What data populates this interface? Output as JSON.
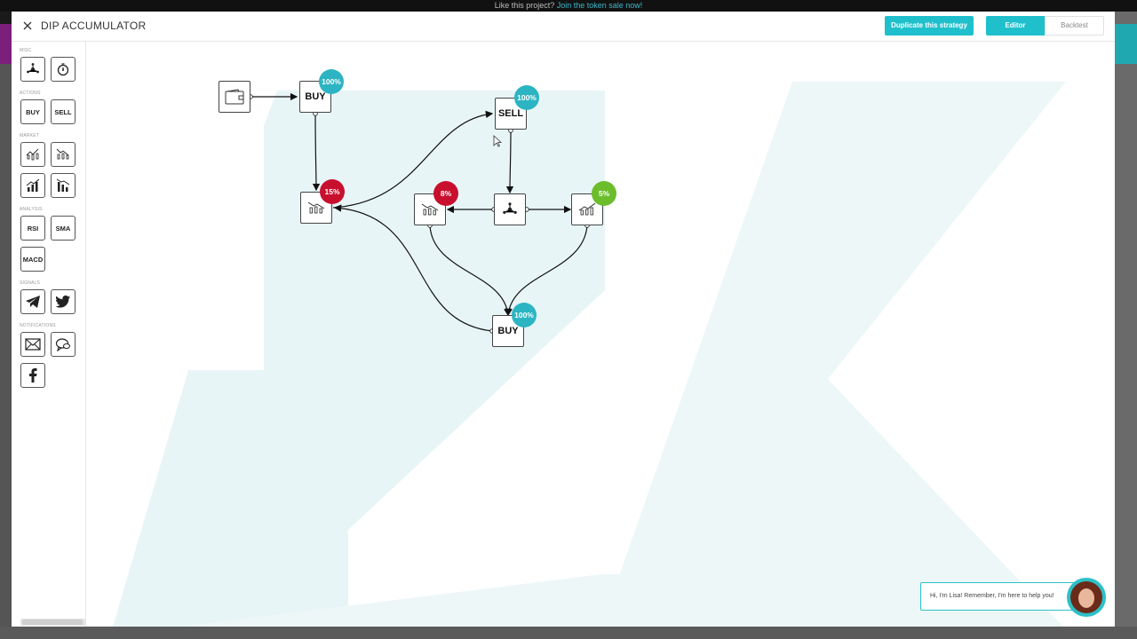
{
  "banner": {
    "text": "Like this project?",
    "link": "Join the token sale now!"
  },
  "header": {
    "title": "DIP ACCUMULATOR",
    "duplicate_label": "Duplicate this strategy",
    "tab_editor": "Editor",
    "tab_backtest": "Backtest"
  },
  "sidebar": {
    "sections": {
      "misc": "MISC",
      "actions": "ACTIONS",
      "market": "MARKET",
      "analysis": "ANALYSIS",
      "signals": "SIGNALS",
      "notifications": "NOTIFICATIONS"
    },
    "actions": {
      "buy": "BUY",
      "sell": "SELL"
    },
    "analysis": {
      "rsi": "RSI",
      "sma": "SMA",
      "macd": "MACD"
    }
  },
  "nodes": {
    "buy_top": "BUY",
    "sell": "SELL",
    "buy_bottom": "BUY"
  },
  "badges": {
    "buy_top": "100%",
    "sell": "100%",
    "market_left": "15%",
    "market_mid": "8%",
    "market_right": "5%",
    "buy_bottom": "100%"
  },
  "colors": {
    "accent": "#1fc0cc",
    "badge_teal": "#2cb4c2",
    "badge_red": "#c8102e",
    "badge_green": "#6bbd2c"
  },
  "chat": {
    "message": "Hi, I'm Lisa! Remember, I'm here to help you!"
  }
}
